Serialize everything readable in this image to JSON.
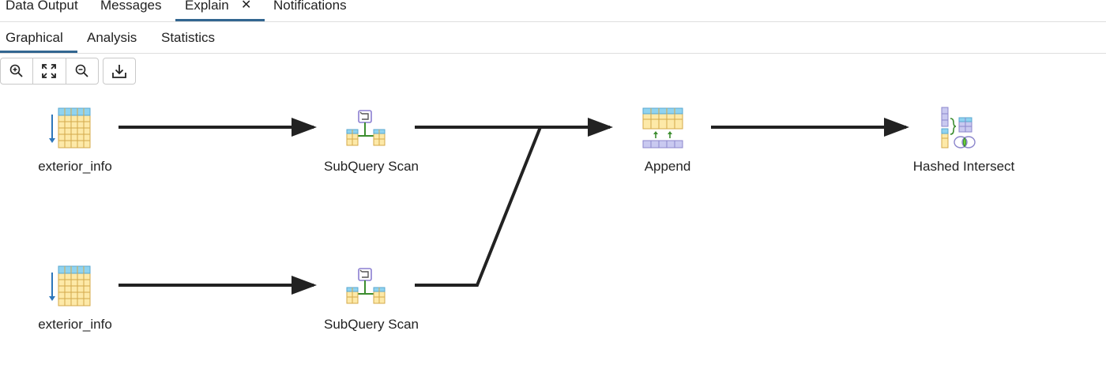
{
  "tabs": [
    {
      "label": "Data Output"
    },
    {
      "label": "Messages"
    },
    {
      "label": "Explain",
      "active": true,
      "closable": true
    },
    {
      "label": "Notifications"
    }
  ],
  "tab_close_glyph": "✕",
  "subtabs": [
    {
      "label": "Graphical",
      "active": true
    },
    {
      "label": "Analysis"
    },
    {
      "label": "Statistics"
    }
  ],
  "toolbar": {
    "buttons": [
      {
        "icon": "zoom-in-icon"
      },
      {
        "icon": "fit-to-screen-icon"
      },
      {
        "icon": "zoom-out-icon"
      },
      {
        "icon": "download-icon"
      }
    ]
  },
  "plan": {
    "nodes": [
      {
        "id": "scan1",
        "label": "exterior_info",
        "icon": "table-scan-icon"
      },
      {
        "id": "scan2",
        "label": "exterior_info",
        "icon": "table-scan-icon"
      },
      {
        "id": "sub1",
        "label": "SubQuery Scan",
        "icon": "subquery-scan-icon"
      },
      {
        "id": "sub2",
        "label": "SubQuery Scan",
        "icon": "subquery-scan-icon"
      },
      {
        "id": "append",
        "label": "Append",
        "icon": "append-icon"
      },
      {
        "id": "intersect",
        "label": "Hashed Intersect",
        "icon": "hashed-intersect-icon"
      }
    ],
    "edges": [
      {
        "from": "scan1",
        "to": "sub1"
      },
      {
        "from": "scan2",
        "to": "sub2"
      },
      {
        "from": "sub1",
        "to": "append"
      },
      {
        "from": "sub2",
        "to": "append"
      },
      {
        "from": "append",
        "to": "intersect"
      }
    ]
  },
  "colors": {
    "accent": "#326690",
    "edge": "#222222",
    "table_header": "#8fd3f0",
    "table_body": "#fde9a8",
    "table_grid": "#d4a94a",
    "append_bar": "#c9c9f0",
    "arrow_green": "#3c8d2f",
    "arrow_blue": "#2e77bb"
  }
}
